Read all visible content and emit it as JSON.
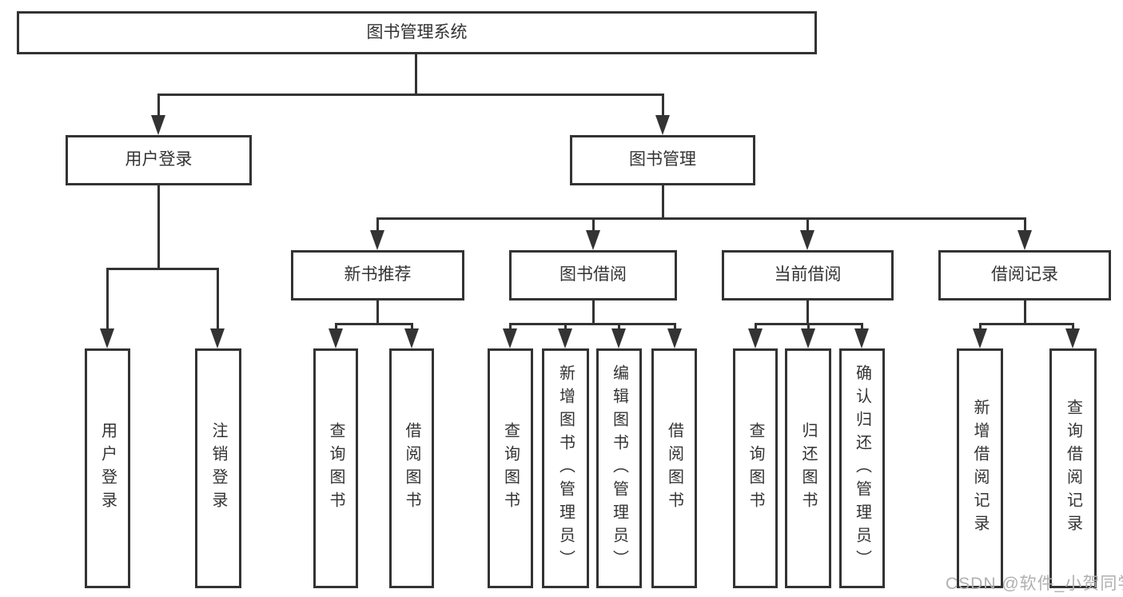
{
  "tree": {
    "root": {
      "label": "图书管理系统"
    },
    "user_login": {
      "label": "用户登录",
      "leaves": [
        "用户登录",
        "注销登录"
      ]
    },
    "book_mgmt": {
      "label": "图书管理",
      "groups": [
        {
          "label": "新书推荐",
          "leaves": [
            "查询图书",
            "借阅图书"
          ]
        },
        {
          "label": "图书借阅",
          "leaves": [
            "查询图书",
            "新增图书（管理员）",
            "编辑图书（管理员）",
            "借阅图书"
          ]
        },
        {
          "label": "当前借阅",
          "leaves": [
            "查询图书",
            "归还图书",
            "确认归还（管理员）"
          ]
        },
        {
          "label": "借阅记录",
          "leaves": [
            "新增借阅记录",
            "查询借阅记录"
          ]
        }
      ]
    }
  },
  "watermark": {
    "text": "CSDN @软件_小贺同学"
  },
  "colors": {
    "line": "#333333",
    "text": "#333333",
    "watermark": "#b0b0b0",
    "background": "#ffffff"
  }
}
